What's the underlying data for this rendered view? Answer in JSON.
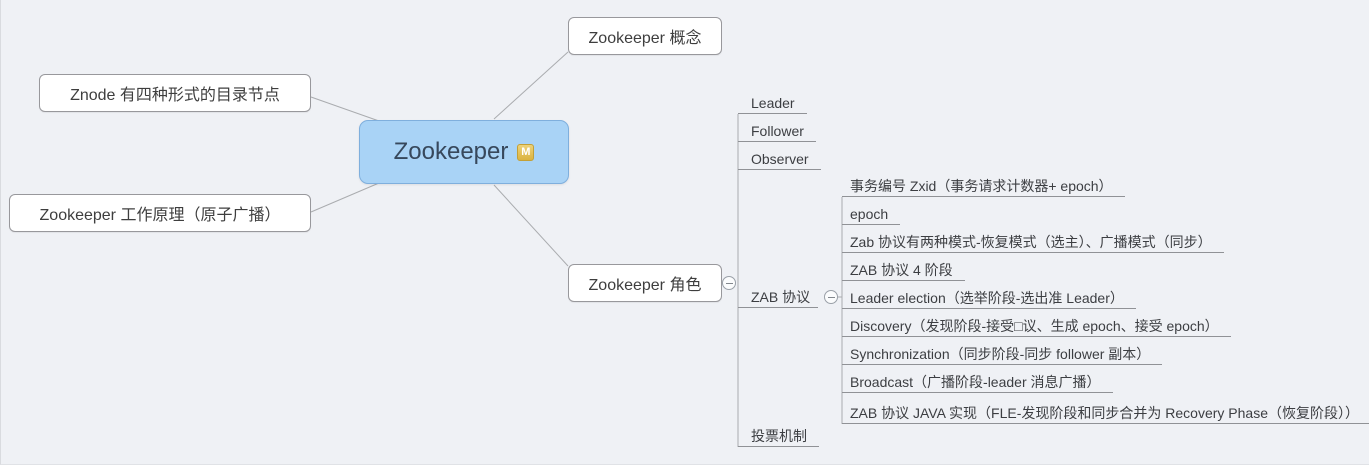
{
  "root": {
    "label": "Zookeeper",
    "badge": "M"
  },
  "branches": {
    "znode": "Znode 有四种形式的目录节点",
    "principle": "Zookeeper 工作原理（原子广播）",
    "concept": "Zookeeper 概念",
    "roles": "Zookeeper 角色"
  },
  "roles_children": [
    "Leader",
    "Follower",
    "Observer",
    "ZAB 协议",
    "投票机制"
  ],
  "zab_children": [
    "事务编号 Zxid（事务请求计数器+ epoch）",
    "epoch",
    "Zab 协议有两种模式-恢复模式（选主）、广播模式（同步）",
    "ZAB 协议 4 阶段",
    "Leader election（选举阶段-选出准 Leader）",
    "Discovery（发现阶段-接受□议、生成 epoch、接受 epoch）",
    "Synchronization（同步阶段-同步 follower 副本）",
    "Broadcast（广播阶段-leader 消息广播）",
    "ZAB 协议 JAVA 实现（FLE-发现阶段和同步合并为 Recovery Phase（恢复阶段））"
  ],
  "colors": {
    "background": "#eff1f5",
    "root_fill": "#a9d3f6",
    "root_border": "#7fafdd",
    "badge_gold": "#dbb33f",
    "connector_line": "#aaacaf",
    "underline": "#909296"
  }
}
